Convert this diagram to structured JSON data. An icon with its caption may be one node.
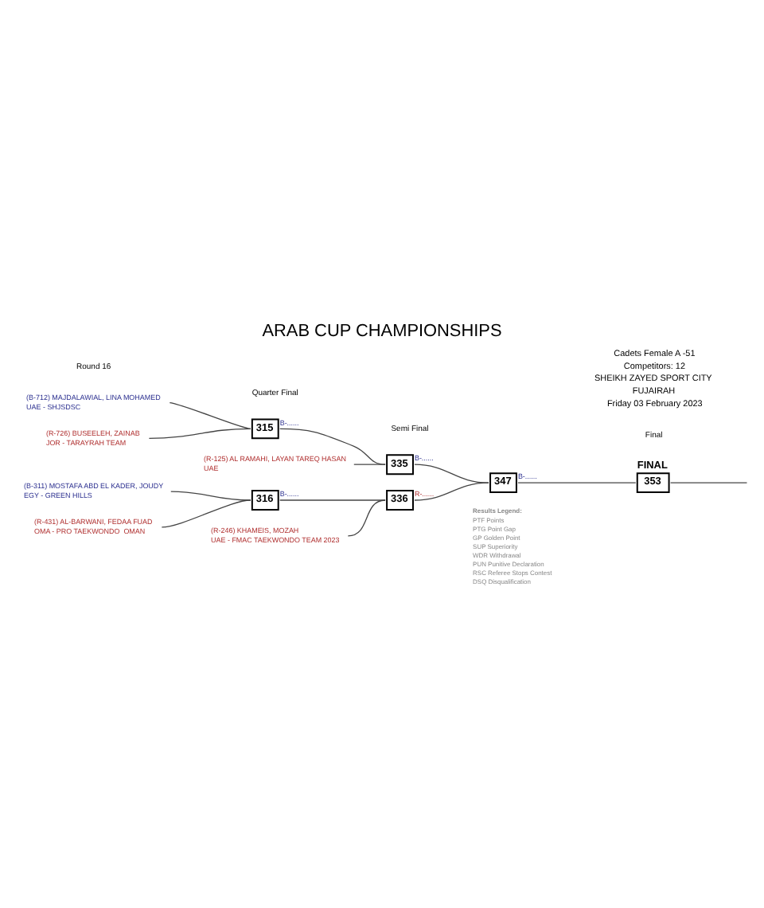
{
  "diagram": {
    "title": "ARAB CUP CHAMPIONSHIPS",
    "nodes": [
      {
        "text": [
          "(B-712) MAJDALAWIAL, LINA MOHAMED",
          "UAE - SHJSDSC"
        ]
      },
      {
        "text": [
          "(R-726) BUSEELEH, ZAINAB",
          "JOR - TARAYRAH TEAM"
        ]
      },
      {
        "text": [
          "315"
        ],
        "beside": [
          "B-......"
        ]
      },
      {
        "text": [
          "335"
        ],
        "beside": [
          "B-......"
        ]
      },
      {
        "text": [
          "(R-125) AL RAMAHI, LAYAN TAREQ HASAN",
          "UAE"
        ]
      },
      {
        "text": [
          "(B-311) MOSTAFA ABD EL KADER, JOUDY",
          "EGY - GREEN HILLS"
        ]
      },
      {
        "text": [
          "(R-431) AL-BARWANI, FEDAA FUAD",
          "OMA - PRO TAEKWONDO  OMAN"
        ]
      },
      {
        "text": [
          "316"
        ],
        "beside": [
          "B-......"
        ]
      },
      {
        "text": [
          "336"
        ],
        "beside": [
          "R-......"
        ]
      },
      {
        "text": [
          "(R-246) KHAMEIS, MOZAH",
          "UAE - FMAC TAEKWONDO TEAM 2023"
        ]
      },
      {
        "text": [
          "347"
        ],
        "beside": [
          "B-......"
        ]
      },
      {
        "text": [
          "FINAL",
          "353"
        ]
      }
    ],
    "edges": [
      {
        "from": 0,
        "to": 2,
        "arrow": "none"
      },
      {
        "from": 1,
        "to": 2,
        "arrow": "none"
      },
      {
        "from": 2,
        "to": 3,
        "arrow": "none"
      },
      {
        "from": 4,
        "to": 3,
        "arrow": "none"
      },
      {
        "from": 5,
        "to": 7,
        "arrow": "none"
      },
      {
        "from": 6,
        "to": 7,
        "arrow": "none"
      },
      {
        "from": 7,
        "to": 8,
        "arrow": "none"
      },
      {
        "from": 9,
        "to": 8,
        "arrow": "none"
      },
      {
        "from": 3,
        "to": 10,
        "arrow": "none"
      },
      {
        "from": 8,
        "to": 10,
        "arrow": "none"
      },
      {
        "from": 10,
        "to": 11,
        "arrow": "none"
      },
      {
        "from": 11,
        "to": null,
        "arrow": "none"
      }
    ],
    "labels": [
      "Cadets Female A -51",
      "Competitors: 12",
      "SHEIKH ZAYED SPORT CITY",
      "FUJAIRAH",
      "Friday 03 February 2023",
      "Results Legend:",
      "PTF Points",
      "PTG Point Gap",
      "GP Golden Point",
      "SUP Superiority",
      "WDR Withdrawal",
      "PUN Punitive Declaration",
      "RSC Referee Stops Contest",
      "DSQ Disqualification",
      "Round 16",
      "Quarter Final",
      "Semi Final",
      "Final"
    ]
  }
}
